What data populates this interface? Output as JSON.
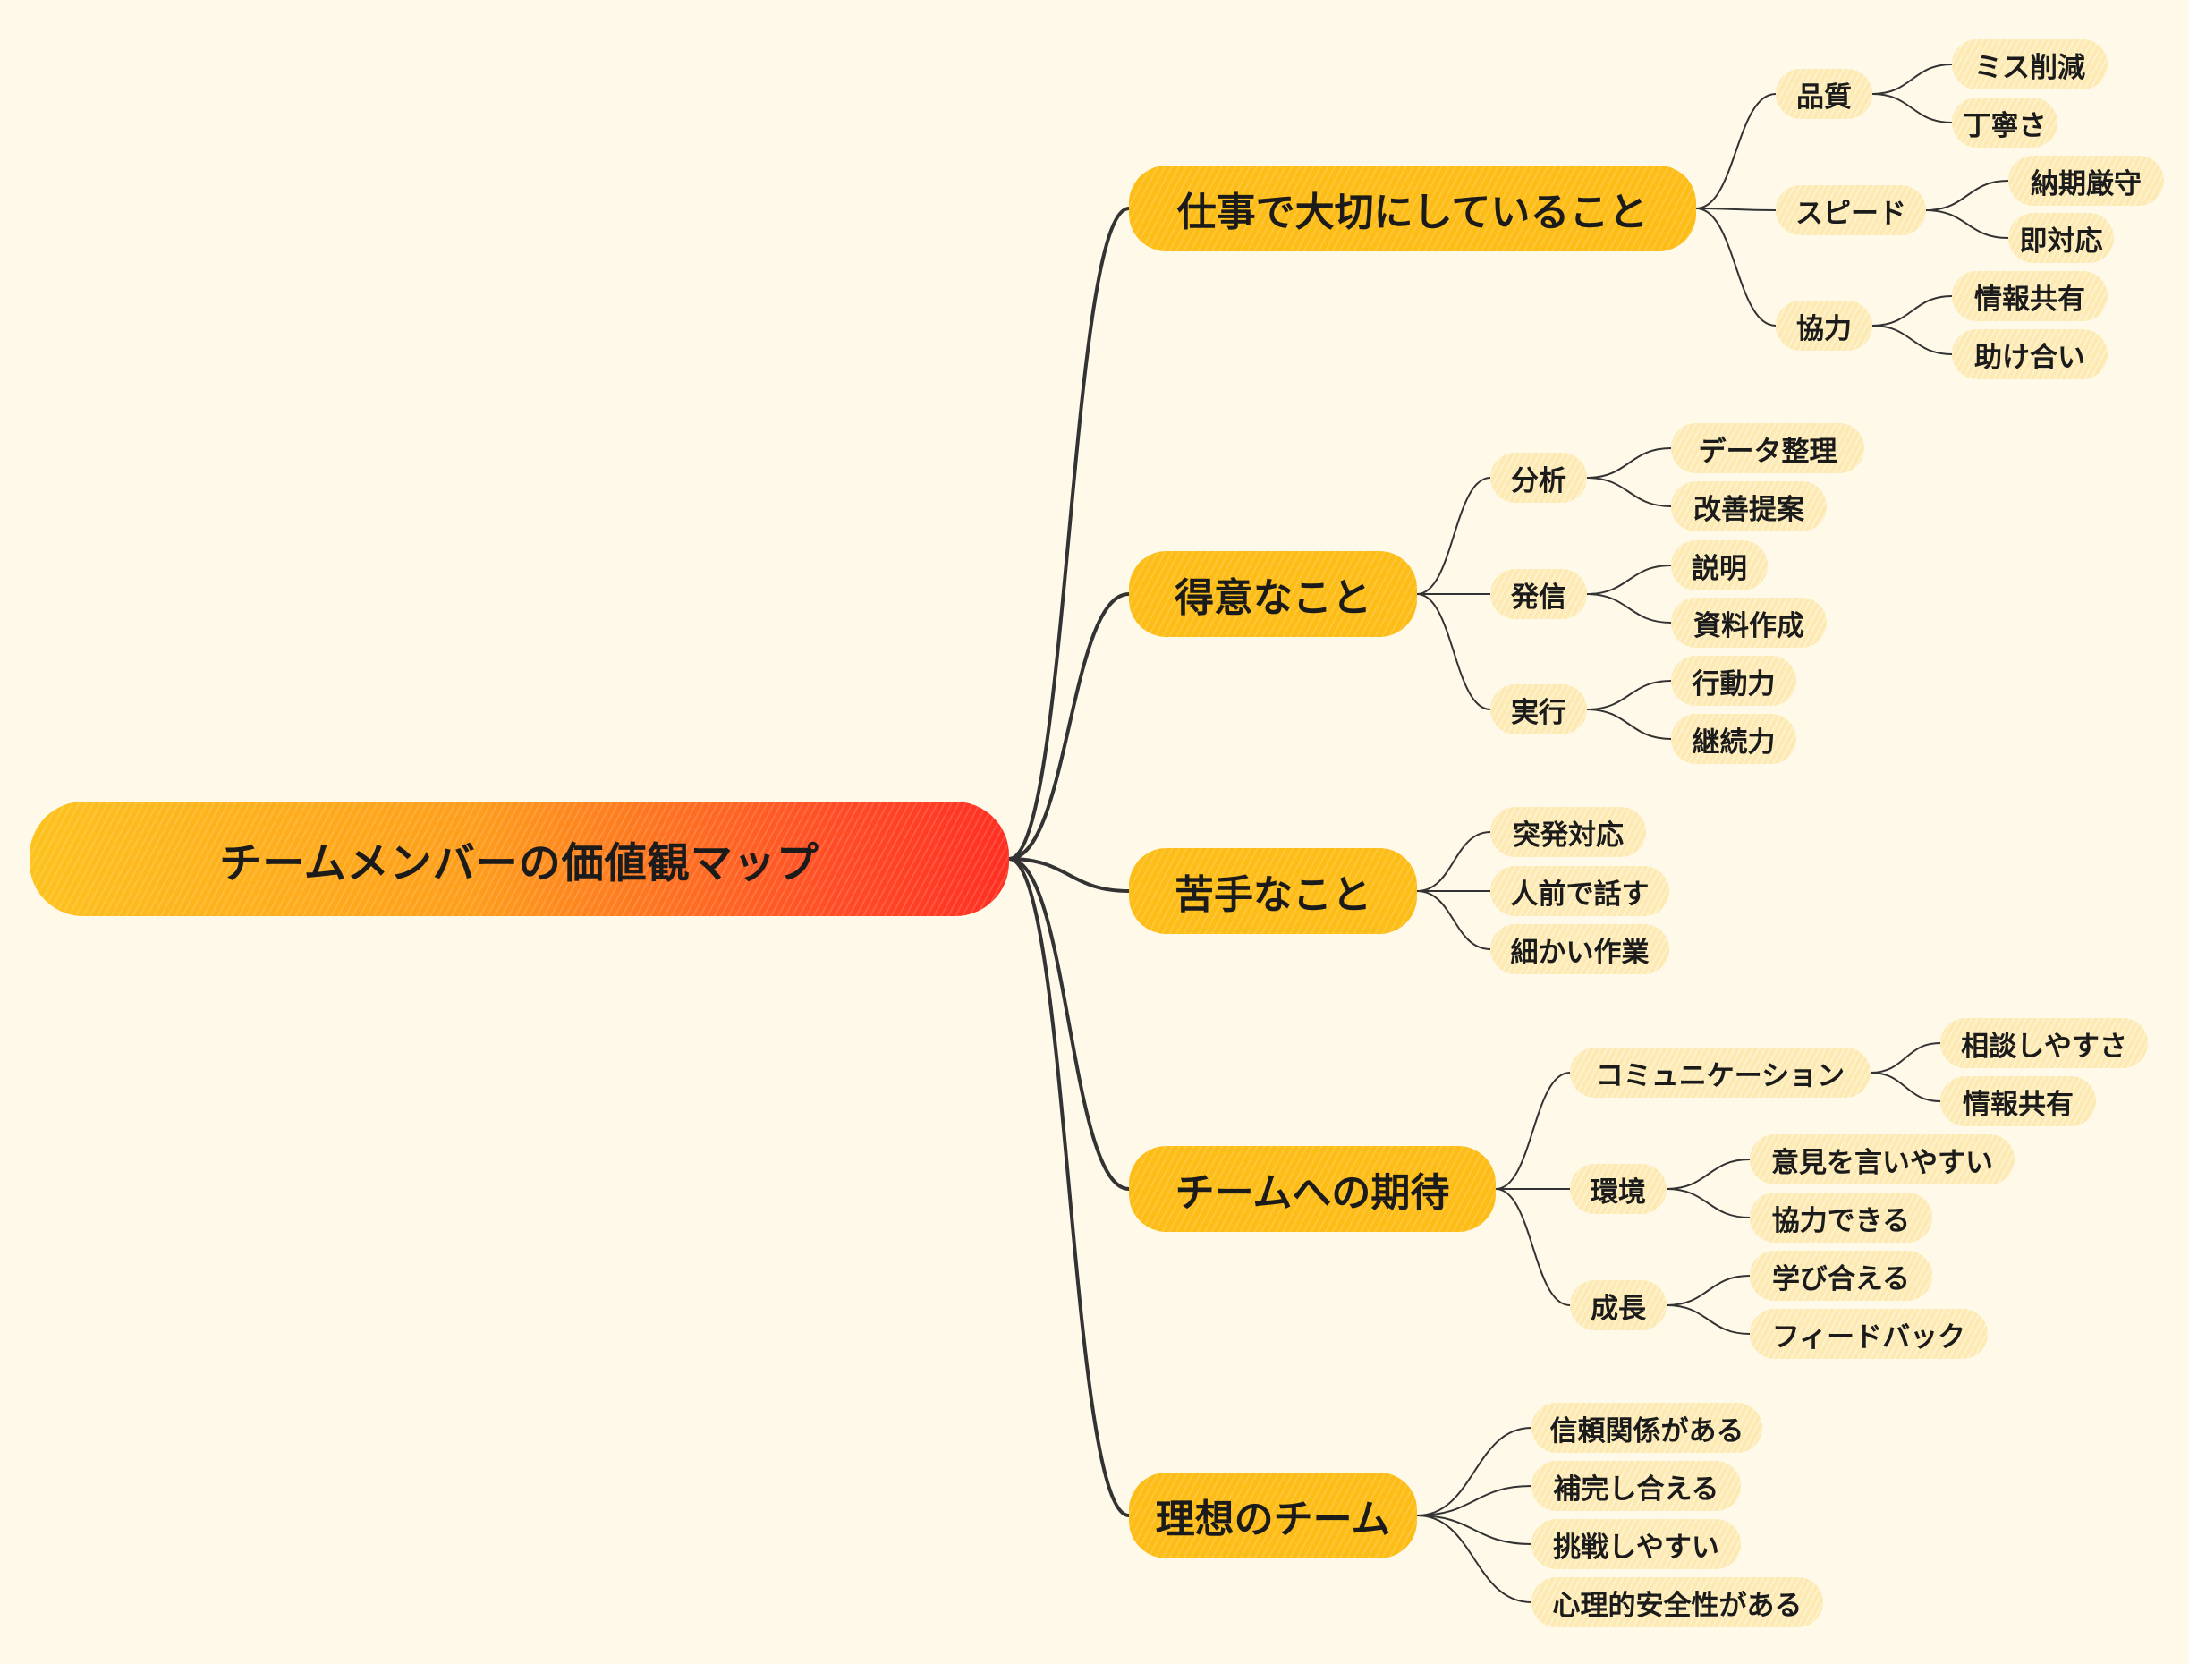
{
  "title": "チームメンバーの価値観マップ",
  "colors": {
    "background": "#fef9e8",
    "root_gradient_start": "#fdc21e",
    "root_gradient_end": "#ff2f22",
    "branch": "#fdbc16",
    "leaf": "#fdeab3",
    "line": "#333333"
  },
  "branches": [
    {
      "label": "仕事で大切にしていること",
      "children": [
        {
          "label": "品質",
          "children": [
            "ミス削減",
            "丁寧さ"
          ]
        },
        {
          "label": "スピード",
          "children": [
            "納期厳守",
            "即対応"
          ]
        },
        {
          "label": "協力",
          "children": [
            "情報共有",
            "助け合い"
          ]
        }
      ]
    },
    {
      "label": "得意なこと",
      "children": [
        {
          "label": "分析",
          "children": [
            "データ整理",
            "改善提案"
          ]
        },
        {
          "label": "発信",
          "children": [
            "説明",
            "資料作成"
          ]
        },
        {
          "label": "実行",
          "children": [
            "行動力",
            "継続力"
          ]
        }
      ]
    },
    {
      "label": "苦手なこと",
      "children": [
        {
          "label": "突発対応"
        },
        {
          "label": "人前で話す"
        },
        {
          "label": "細かい作業"
        }
      ]
    },
    {
      "label": "チームへの期待",
      "children": [
        {
          "label": "コミュニケーション",
          "children": [
            "相談しやすさ",
            "情報共有"
          ]
        },
        {
          "label": "環境",
          "children": [
            "意見を言いやすい",
            "協力できる"
          ]
        },
        {
          "label": "成長",
          "children": [
            "学び合える",
            "フィードバック"
          ]
        }
      ]
    },
    {
      "label": "理想のチーム",
      "children": [
        {
          "label": "信頼関係がある"
        },
        {
          "label": "補完し合える"
        },
        {
          "label": "挑戦しやすい"
        },
        {
          "label": "心理的安全性がある"
        }
      ]
    }
  ]
}
